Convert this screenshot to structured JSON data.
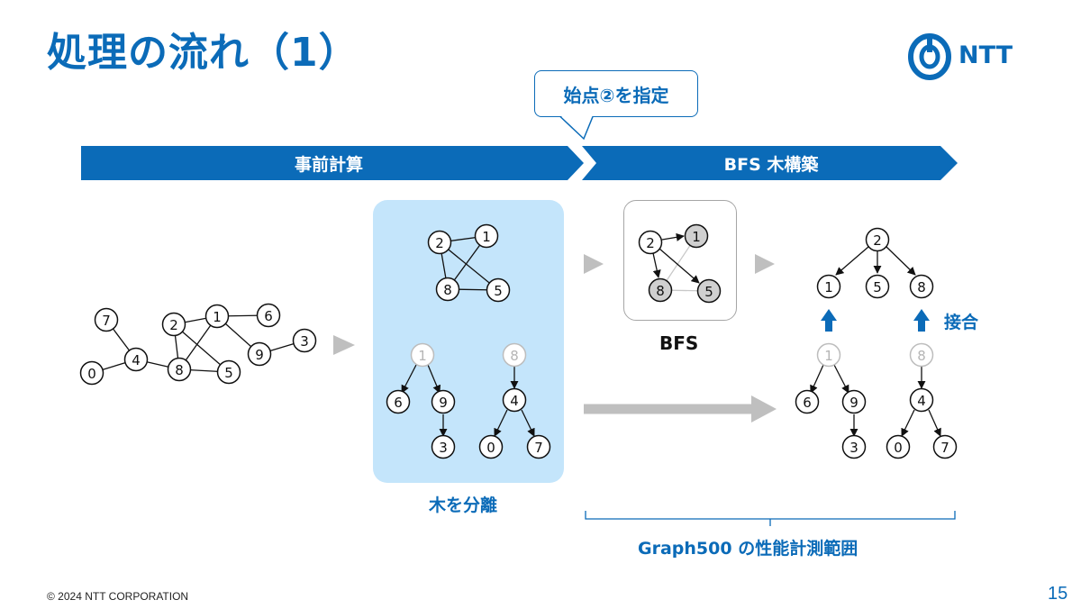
{
  "slide": {
    "title": "処理の流れ（1）",
    "callout": "始点②を指定",
    "phases": {
      "pre": "事前計算",
      "bfs": "BFS 木構築"
    },
    "bfs_label": "BFS",
    "separate_label": "木を分離",
    "join_label": "接合",
    "measure_label": "Graph500 の性能計測範囲",
    "logo_text": "NTT",
    "footer": "© 2024 NTT CORPORATION",
    "page_number": "15"
  },
  "colors": {
    "brand_blue": "#0b6bb8",
    "panel_blue": "#c4e5fb",
    "gray_arrow": "#bfbfbf",
    "visited_node": "#d0d0d0"
  },
  "graph": {
    "original": {
      "nodes": [
        "7",
        "0",
        "4",
        "2",
        "8",
        "5",
        "1",
        "6",
        "9",
        "3"
      ],
      "edges": [
        [
          "7",
          "4"
        ],
        [
          "0",
          "4"
        ],
        [
          "4",
          "8"
        ],
        [
          "2",
          "1"
        ],
        [
          "2",
          "8"
        ],
        [
          "2",
          "5"
        ],
        [
          "1",
          "8"
        ],
        [
          "8",
          "5"
        ],
        [
          "1",
          "9"
        ],
        [
          "1",
          "6"
        ],
        [
          "9",
          "3"
        ]
      ]
    },
    "core": {
      "nodes": [
        "2",
        "1",
        "8",
        "5"
      ],
      "edges": [
        [
          "2",
          "1"
        ],
        [
          "2",
          "8"
        ],
        [
          "1",
          "8"
        ],
        [
          "8",
          "5"
        ],
        [
          "2",
          "5"
        ]
      ]
    },
    "trees": [
      {
        "root": "1",
        "children": [
          "6",
          "9"
        ],
        "grandchildren": [
          "3"
        ]
      },
      {
        "root": "8",
        "children": [
          "4"
        ],
        "grandchildren": [
          "0",
          "7"
        ]
      }
    ],
    "bfs_tree": {
      "root": "2",
      "children": [
        "1",
        "5",
        "8"
      ],
      "visited": [
        "1",
        "8",
        "5"
      ]
    }
  }
}
